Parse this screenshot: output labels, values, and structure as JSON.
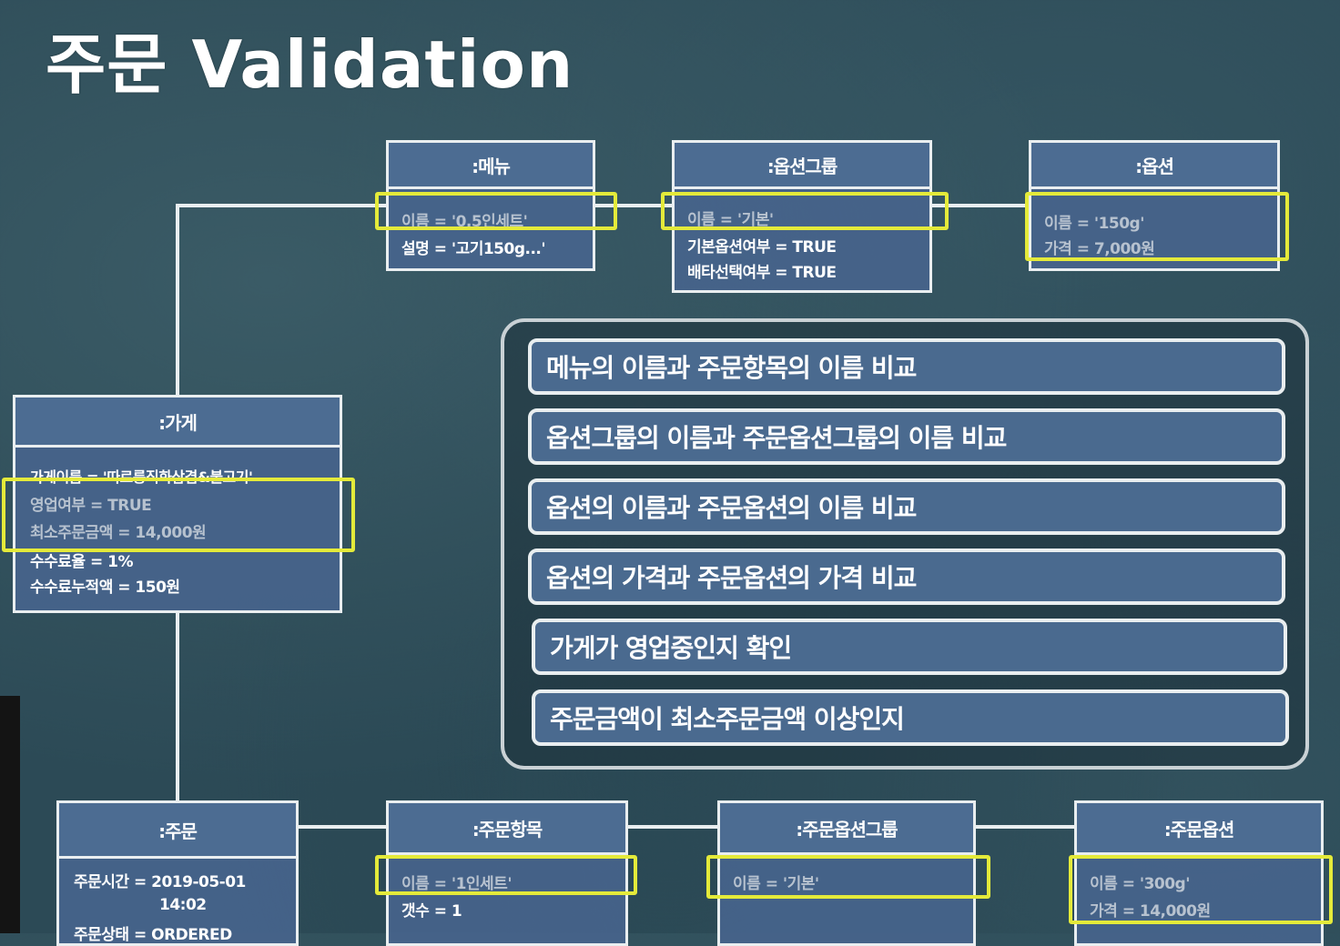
{
  "title": "주문 Validation",
  "objects": {
    "menu": {
      "header": ":메뉴",
      "rows": [
        "이름 = '0.5인세트'",
        "설명 = '고기150g...'"
      ]
    },
    "option_group": {
      "header": ":옵션그룹",
      "rows": [
        "이름 = '기본'",
        "기본옵션여부 = TRUE",
        "배타선택여부 = TRUE"
      ]
    },
    "option": {
      "header": ":옵션",
      "rows": [
        "이름 = '150g'",
        "가격 = 7,000원"
      ]
    },
    "store": {
      "header": ":가게",
      "rows": [
        "가게이름 = '따르릉직화삼겹&불고기'",
        "영업여부 = TRUE",
        "최소주문금액 = 14,000원",
        "수수료율 = 1%",
        "수수료누적액 = 150원"
      ]
    },
    "order": {
      "header": ":주문",
      "rows": [
        "주문시간 = 2019-05-01",
        "14:02",
        "주문상태 = ORDERED"
      ]
    },
    "order_item": {
      "header": ":주문항목",
      "rows": [
        "이름 = '1인세트'",
        "갯수 = 1"
      ]
    },
    "order_option_group": {
      "header": ":주문옵션그룹",
      "rows": [
        "이름 = '기본'"
      ]
    },
    "order_option": {
      "header": ":주문옵션",
      "rows": [
        "이름 = '300g'",
        "가격 = 14,000원"
      ]
    }
  },
  "rules": [
    "메뉴의 이름과 주문항목의 이름 비교",
    "옵션그룹의 이름과 주문옵션그룹의 이름 비교",
    "옵션의 이름과 주문옵션의 이름 비교",
    "옵션의 가격과 주문옵션의 가격 비교",
    "가게가 영업중인지 확인",
    "주문금액이 최소주문금액 이상인지"
  ],
  "colors": {
    "highlight": "#e4ea3a",
    "box_fill": "#4c6c92",
    "border": "#e9eef0"
  }
}
